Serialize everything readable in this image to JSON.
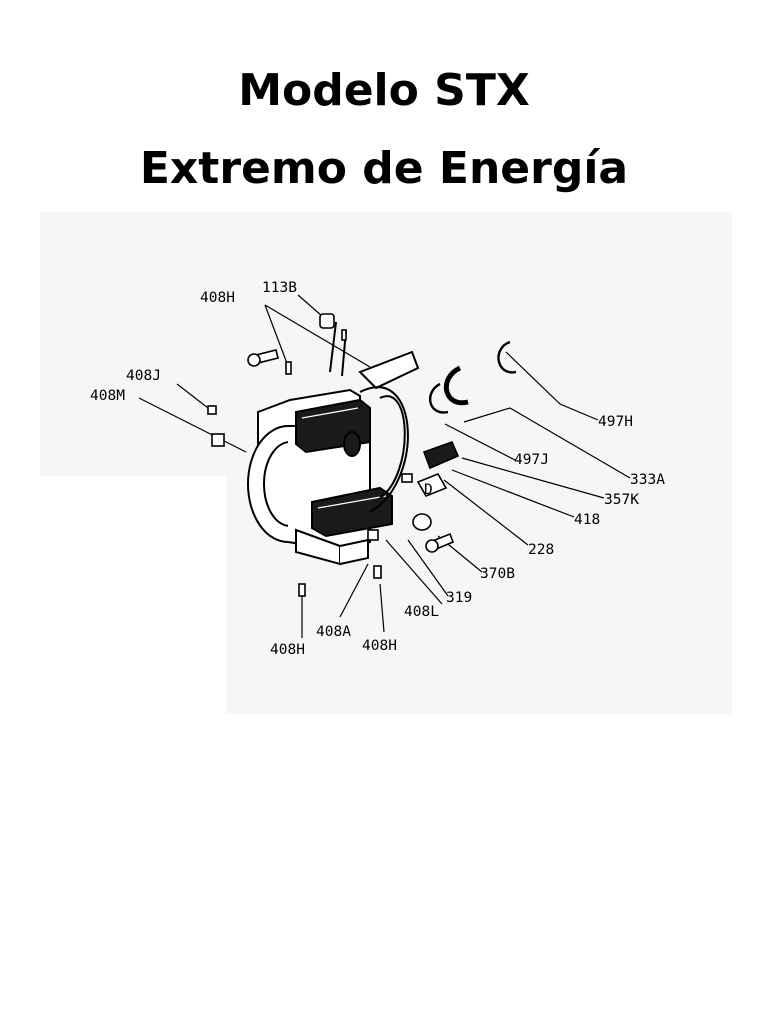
{
  "title": {
    "line1": "Modelo STX",
    "line2": "Extremo de Energía"
  },
  "diagram": {
    "labels": {
      "l_408H_top": "408H",
      "l_113B": "113B",
      "l_408J": "408J",
      "l_408M": "408M",
      "l_497H": "497H",
      "l_497J": "497J",
      "l_333A": "333A",
      "l_357K": "357K",
      "l_418": "418",
      "l_228": "228",
      "l_370B": "370B",
      "l_319": "319",
      "l_408L": "408L",
      "l_408A": "408A",
      "l_408H_bottom_right": "408H",
      "l_408H_bottom_left": "408H",
      "l_D": "D"
    }
  }
}
